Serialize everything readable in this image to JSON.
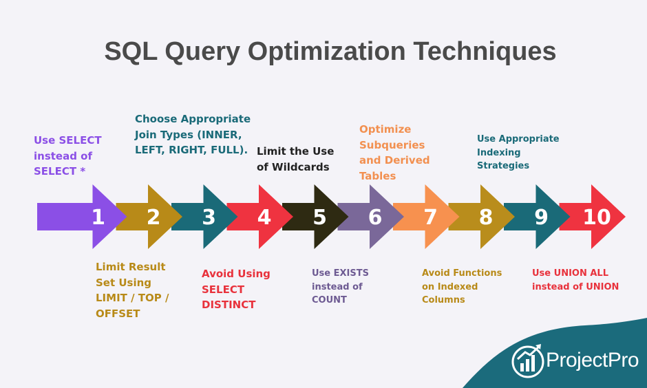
{
  "title": "SQL Query Optimization Techniques",
  "steps": [
    {
      "number": "1",
      "label": "Use SELECT instead of SELECT *",
      "color": "#8b4fe6"
    },
    {
      "number": "2",
      "label": "Limit Result Set Using LIMIT / TOP / OFFSET",
      "color": "#b88a18"
    },
    {
      "number": "3",
      "label": "Choose Appropriate Join Types (INNER, LEFT, RIGHT, FULL).",
      "color": "#1a6a78"
    },
    {
      "number": "4",
      "label": "Avoid Using SELECT DISTINCT",
      "color": "#ef3340"
    },
    {
      "number": "5",
      "label": "Limit the Use of Wildcards",
      "color": "#2e2a12"
    },
    {
      "number": "6",
      "label": "Use EXISTS instead of COUNT",
      "color": "#7a6899"
    },
    {
      "number": "7",
      "label": "Optimize Subqueries and Derived Tables",
      "color": "#f7914f"
    },
    {
      "number": "8",
      "label": "Avoid Functions on Indexed Columns",
      "color": "#b98d1c"
    },
    {
      "number": "9",
      "label": "Use Appropriate Indexing Strategies",
      "color": "#1a6a78"
    },
    {
      "number": "10",
      "label": "Use UNION ALL instead of UNION",
      "color": "#ef3340"
    }
  ],
  "brand": {
    "name": "ProjectPro",
    "icon": "bar-chart-growth-icon",
    "color": "#1b6b7c"
  }
}
